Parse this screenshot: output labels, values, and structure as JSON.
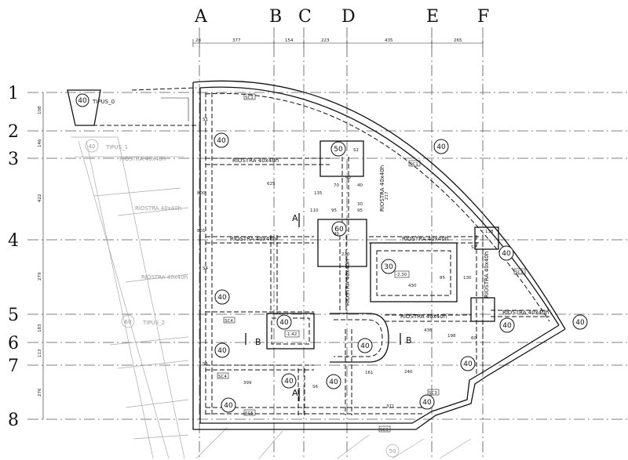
{
  "axes_columns": [
    "A",
    "B",
    "C",
    "D",
    "E",
    "F"
  ],
  "axes_rows": [
    "1",
    "2",
    "3",
    "4",
    "5",
    "6",
    "7",
    "8"
  ],
  "top_dims": [
    "28",
    "377",
    "154",
    "223",
    "435",
    "265"
  ],
  "left_dims": [
    "108",
    "146",
    "422",
    "279",
    "183",
    "113",
    "276"
  ],
  "beam_labels": [
    "RIOSTRA 40x40h",
    "RIOSTRA 40x40h",
    "RIOSTRA 40x40h",
    "RIOSTRA 40x40h",
    "RIOSTRA 40x40h",
    "RIOSTRA 40x40h",
    "RIOSTRA 40x40h",
    "RIOSTRA 40x40h"
  ],
  "ghost_labels": [
    "RIOSTRA 40x40h",
    "RIOSTRA 40x40h",
    "RIOSTRA 40x40h",
    "TIPUS_1",
    "TIPUS_2"
  ],
  "tipus0": "TIPUS_0",
  "section_marks": [
    "A",
    "A",
    "B",
    "B"
  ],
  "circle_tags": [
    "40",
    "40",
    "50",
    "40",
    "60",
    "30",
    "40",
    "40",
    "40",
    "40",
    "40",
    "40",
    "40",
    "40",
    "40",
    "40",
    "40",
    "40"
  ],
  "ghost_circles": [
    "40",
    "60",
    "50"
  ],
  "inner_dims": [
    "625",
    "135",
    "110",
    "95",
    "95",
    "70",
    "40",
    "40",
    "217",
    "800",
    "801",
    "430",
    "85",
    "130",
    "436",
    "198",
    "399",
    "240",
    "371",
    "161",
    "220",
    "138",
    "30",
    "60",
    "90"
  ],
  "small_tags": [
    "SC1",
    "SC1",
    "SC2",
    "SC3",
    "SC3",
    "SC4",
    "SC4",
    "SC5",
    "S1",
    "S2",
    "S3",
    "S4",
    "S5",
    "S6"
  ],
  "levels": [
    "-2.30",
    "-1.42"
  ]
}
